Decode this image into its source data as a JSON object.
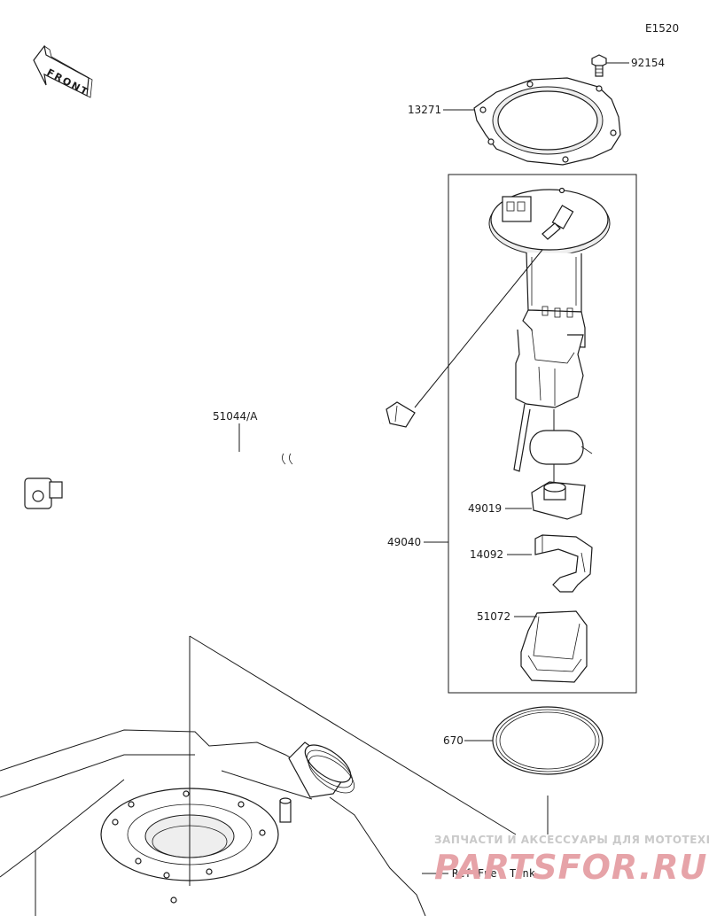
{
  "diagram_code": "E1520",
  "front_arrow_label": "FRONT",
  "parts": [
    {
      "id": "92154"
    },
    {
      "id": "13271"
    },
    {
      "id": "51044/A"
    },
    {
      "id": "49019"
    },
    {
      "id": "49040"
    },
    {
      "id": "14092"
    },
    {
      "id": "51072"
    },
    {
      "id": "670"
    }
  ],
  "reference_label": "Ref.Fuel Tank",
  "watermark": {
    "tagline": "ЗАПЧАСТИ И АКСЕССУАРЫ ДЛЯ МОТОТЕХНИКИ",
    "brand": "PARTSFOR.RU"
  }
}
